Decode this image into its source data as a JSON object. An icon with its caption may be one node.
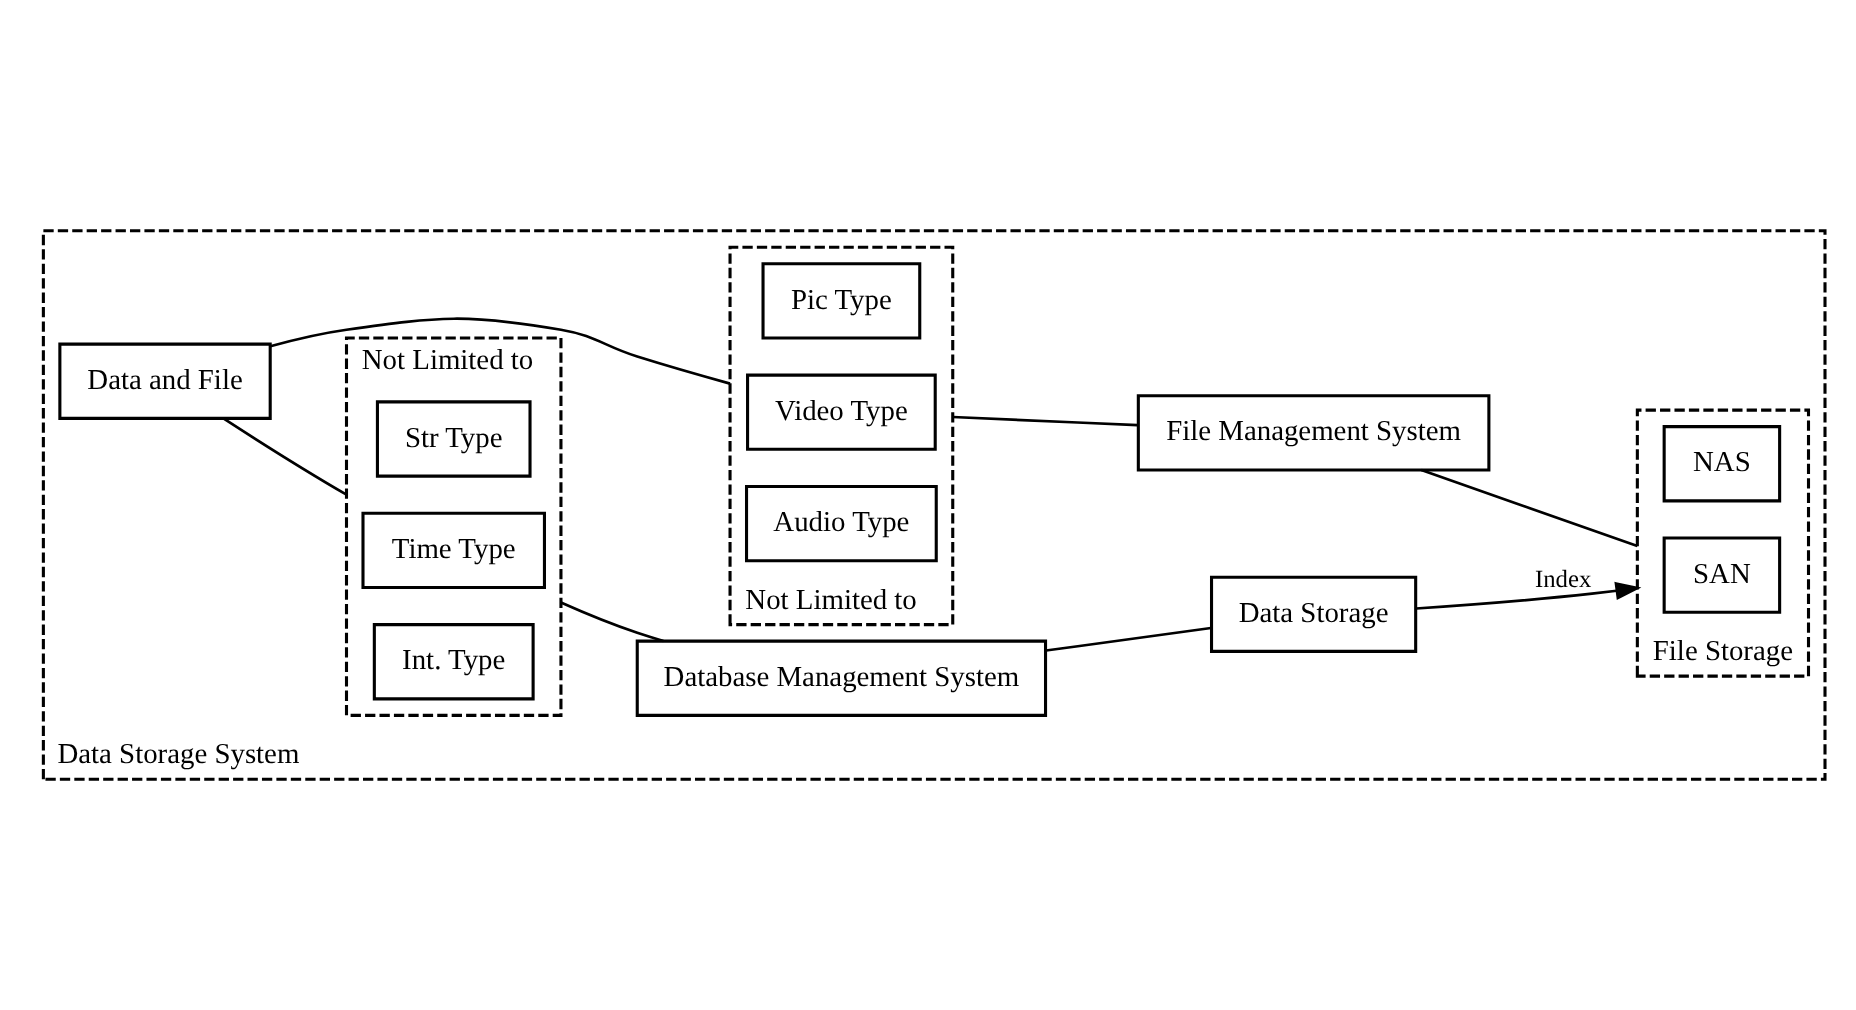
{
  "diagram": {
    "nodes": [
      {
        "text": [
          "Data Storage System"
        ]
      },
      {
        "text": [
          "Data and File"
        ],
        "in": 0
      },
      {
        "text": [
          "Not Limited to"
        ],
        "in": 0
      },
      {
        "text": [
          "Str Type"
        ],
        "in": 2
      },
      {
        "text": [
          "Time Type"
        ],
        "in": 2
      },
      {
        "text": [
          "Int. Type"
        ],
        "in": 2
      },
      {
        "text": [
          "Not Limited to"
        ],
        "in": 0
      },
      {
        "text": [
          "Pic Type"
        ],
        "in": 6
      },
      {
        "text": [
          "Video Type"
        ],
        "in": 6
      },
      {
        "text": [
          "Audio Type"
        ],
        "in": 6
      },
      {
        "text": [
          "Database Management System"
        ],
        "in": 0
      },
      {
        "text": [
          "Data Storage"
        ],
        "in": 0
      },
      {
        "text": [
          "File Management System"
        ],
        "in": 0
      },
      {
        "text": [
          "File Storage"
        ],
        "in": 0
      },
      {
        "text": [
          "NAS"
        ],
        "in": 13
      },
      {
        "text": [
          "SAN"
        ],
        "in": 13
      }
    ],
    "edges": [
      {
        "from": 1,
        "to": 2,
        "arrow": "none"
      },
      {
        "from": 1,
        "to": 6,
        "arrow": "none"
      },
      {
        "from": 2,
        "to": 10,
        "arrow": "none"
      },
      {
        "from": 10,
        "to": 11,
        "arrow": "none"
      },
      {
        "from": 11,
        "to": 13,
        "arrow": "to",
        "label": "Index"
      },
      {
        "from": 6,
        "to": 12,
        "arrow": "none"
      },
      {
        "from": 12,
        "to": 13,
        "arrow": "none"
      }
    ]
  }
}
